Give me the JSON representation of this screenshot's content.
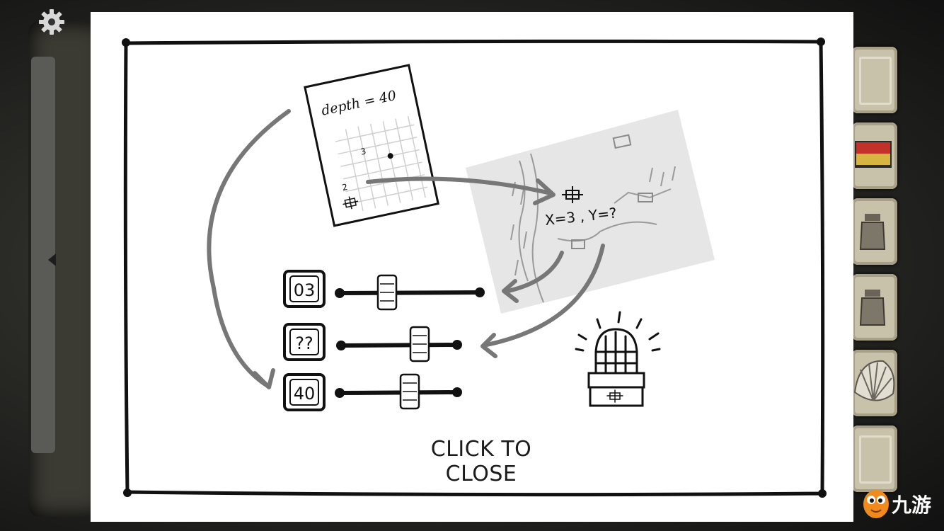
{
  "game": {
    "close_prompt": "CLICK TO CLOSE"
  },
  "hint_card": {
    "note_depth": "depth = 40",
    "note_grid_x": "3",
    "note_grid_y": "2",
    "map_question": "X=3 , Y=?"
  },
  "dials": [
    {
      "label": "03"
    },
    {
      "label": "??"
    },
    {
      "label": "40"
    }
  ],
  "icons": {
    "settings": "gear-icon",
    "grid_mark": "cross-grid-icon",
    "lantern": "lantern-icon"
  },
  "inventory": {
    "slots": [
      "empty",
      "red-yellow-cloth",
      "jar",
      "jar",
      "seashell",
      "empty"
    ]
  },
  "watermark": {
    "text": "九游"
  },
  "colors": {
    "popup_bg": "#ffffff",
    "ink": "#1b1b1b",
    "arrow": "#777777",
    "map": "#e6e6e6",
    "slot": "#c9c2ab"
  }
}
